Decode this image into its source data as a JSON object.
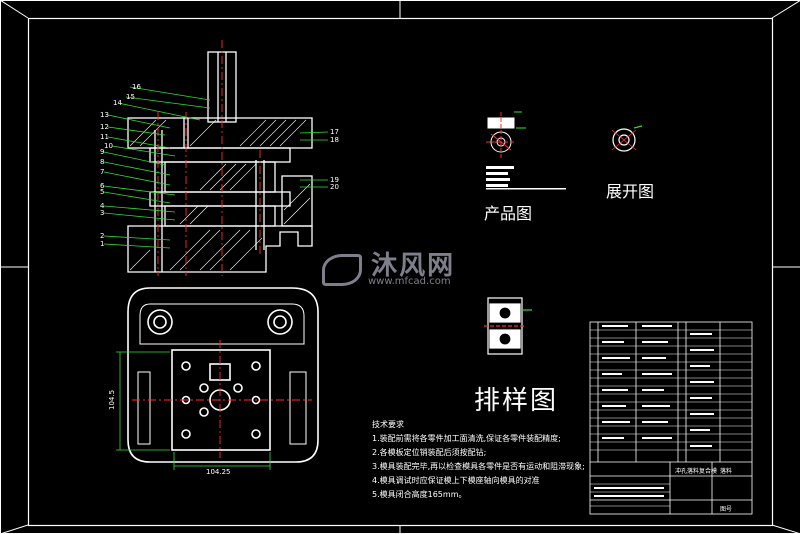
{
  "labels": {
    "product_view": "产品图",
    "unfold_view": "展开图",
    "layout_view": "排样图"
  },
  "watermark": {
    "title": "沐风网",
    "url": "www.mfcad.com"
  },
  "notes": {
    "heading": "技术要求",
    "items": [
      "1.装配前需将各零件加工面清洗,保证各零件装配精度;",
      "2.各模板定位销装配后须按配钻;",
      "3.模具装配完毕,再以检查模具各零件是否有运动和阻滞现象;",
      "4.模具调试时应保证模上下模座轴向模具的对准",
      "5.模具闭合高度165mm。"
    ]
  },
  "dimensions": {
    "vertical": "104.5",
    "horizontal": "104.25"
  },
  "part_numbers": [
    "16",
    "15",
    "14",
    "13",
    "12",
    "11",
    "10",
    "9",
    "8",
    "7",
    "6",
    "5",
    "4",
    "3",
    "2",
    "1",
    "17",
    "18",
    "19",
    "20"
  ],
  "title_block": {
    "main": "冲孔落料复合模",
    "sub1": "落料",
    "sub2": "图号"
  },
  "colors": {
    "background": "#000000",
    "lines": "#ffffff",
    "leaders": "#00ff00",
    "centerlines": "#ff0000",
    "hatch": "#ffffff"
  }
}
